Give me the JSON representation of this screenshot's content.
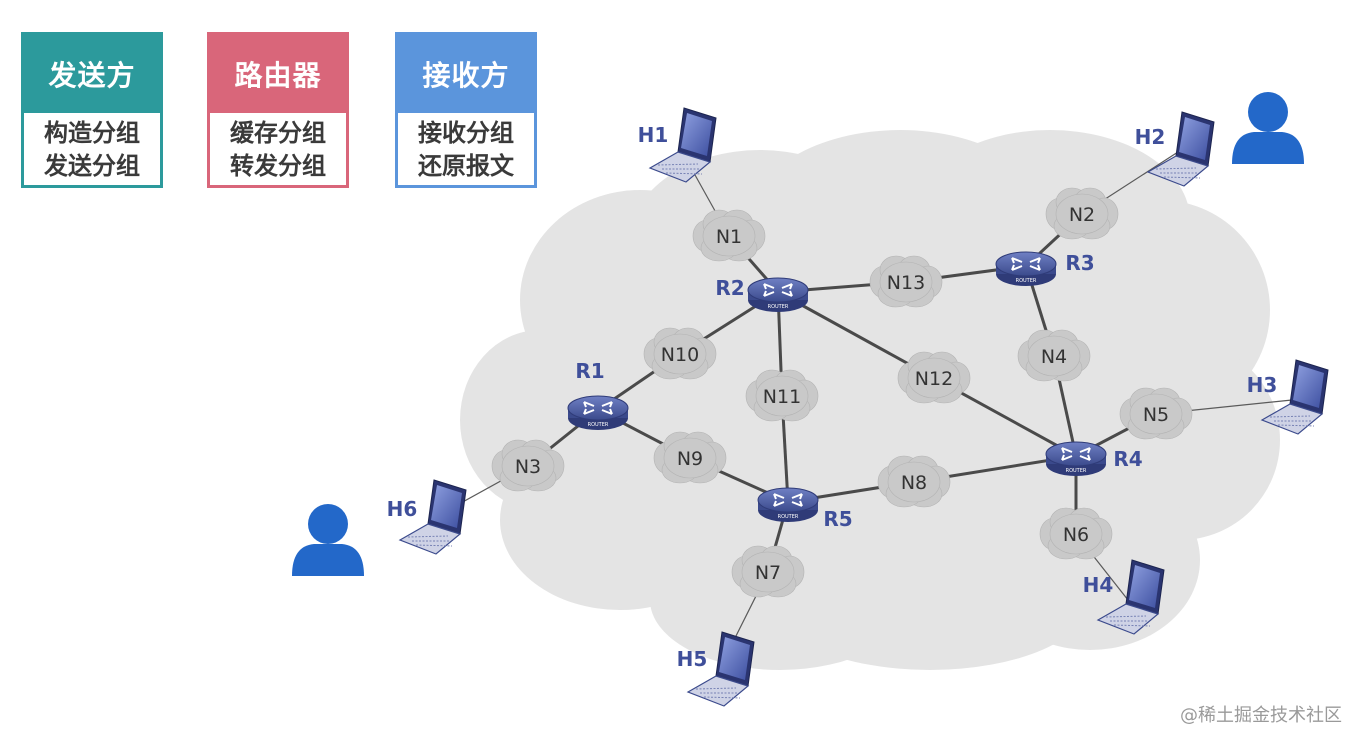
{
  "legend": {
    "sender": {
      "title": "发送方",
      "lines": [
        "构造分组",
        "发送分组"
      ],
      "color": "#2c9a9c"
    },
    "router": {
      "title": "路由器",
      "lines": [
        "缓存分组",
        "转发分组"
      ],
      "color": "#d9667a"
    },
    "receiver": {
      "title": "接收方",
      "lines": [
        "接收分组",
        "还原报文"
      ],
      "color": "#5b95dc"
    }
  },
  "network": {
    "hosts": [
      "H1",
      "H2",
      "H3",
      "H4",
      "H5",
      "H6"
    ],
    "routers": [
      "R1",
      "R2",
      "R3",
      "R4",
      "R5"
    ],
    "router_badge": "ROUTER",
    "networks": [
      "N1",
      "N2",
      "N3",
      "N4",
      "N5",
      "N6",
      "N7",
      "N8",
      "N9",
      "N10",
      "N11",
      "N12",
      "N13"
    ],
    "links": [
      [
        "H1",
        "N1"
      ],
      [
        "N1",
        "R2"
      ],
      [
        "R2",
        "N13"
      ],
      [
        "N13",
        "R3"
      ],
      [
        "R3",
        "N2"
      ],
      [
        "N2",
        "H2"
      ],
      [
        "R3",
        "N4"
      ],
      [
        "N4",
        "R4"
      ],
      [
        "R4",
        "N5"
      ],
      [
        "N5",
        "H3"
      ],
      [
        "R4",
        "N6"
      ],
      [
        "N6",
        "H4"
      ],
      [
        "R2",
        "N12"
      ],
      [
        "N12",
        "R4"
      ],
      [
        "R2",
        "N10"
      ],
      [
        "N10",
        "R1"
      ],
      [
        "R2",
        "N11"
      ],
      [
        "N11",
        "R5"
      ],
      [
        "R1",
        "N9"
      ],
      [
        "N9",
        "R5"
      ],
      [
        "R1",
        "N3"
      ],
      [
        "N3",
        "H6"
      ],
      [
        "R5",
        "N8"
      ],
      [
        "N8",
        "R4"
      ],
      [
        "R5",
        "N7"
      ],
      [
        "N7",
        "H5"
      ]
    ],
    "colors": {
      "cloud": "#dcdcdc",
      "small_cloud": "#c9c9c9",
      "router": "#4a5aa0",
      "label": "#3f4f9a",
      "user": "#2368c9"
    }
  },
  "watermark": "@稀土掘金技术社区"
}
